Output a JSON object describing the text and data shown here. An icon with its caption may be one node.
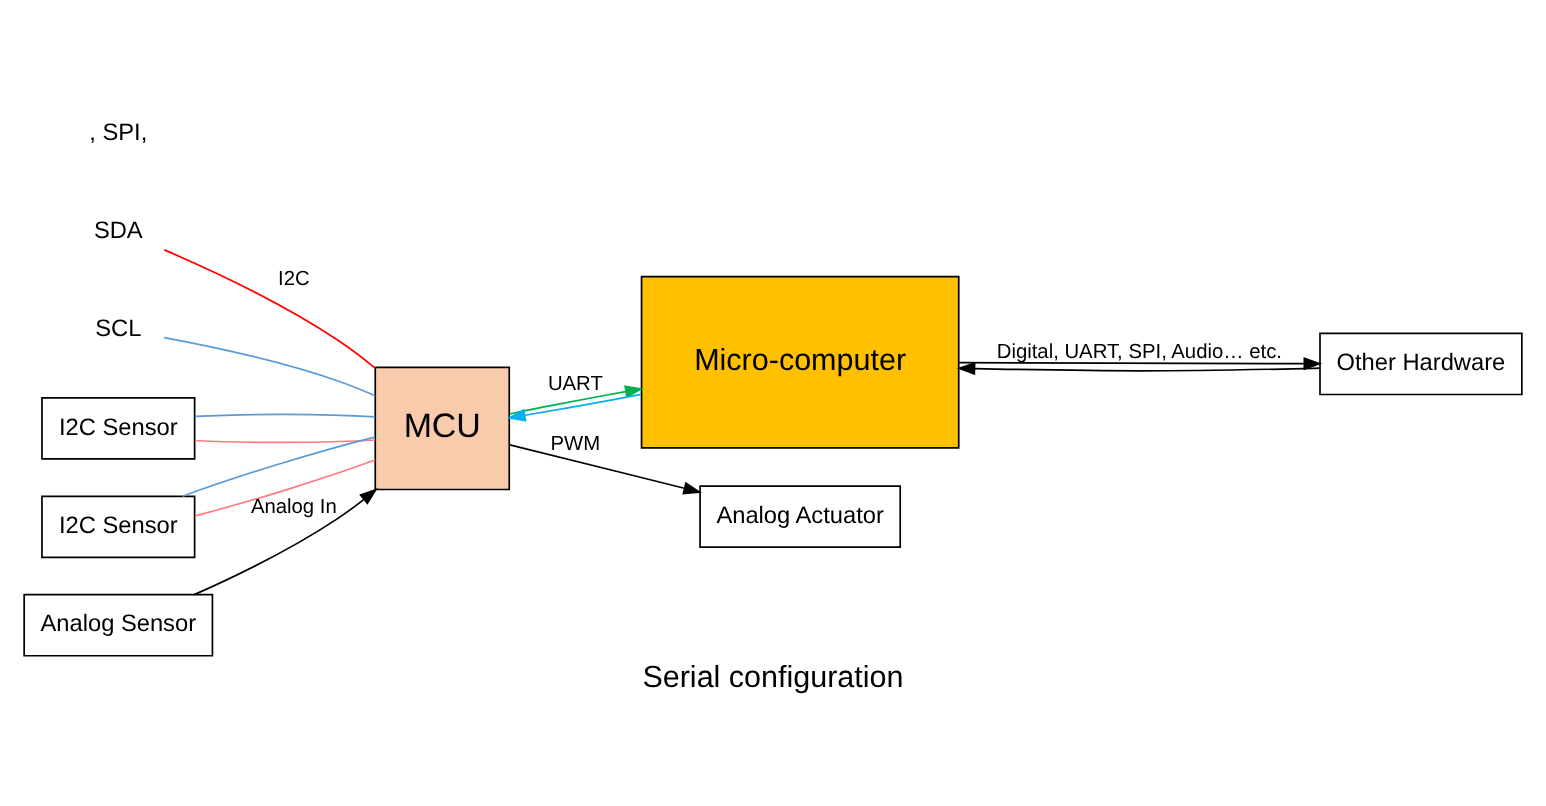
{
  "diagram": {
    "caption": "Serial configuration",
    "nodes": [
      {
        "text": [
          "SDA"
        ]
      },
      {
        "text": [
          "SCL"
        ]
      },
      {
        "text": [
          "I2C Sensor"
        ]
      },
      {
        "text": [
          "I2C Sensor"
        ]
      },
      {
        "text": [
          "MCU"
        ]
      },
      {
        "text": [
          "Micro-computer"
        ]
      },
      {
        "text": [
          "Analog Sensor"
        ]
      },
      {
        "text": [
          "Analog Actuator"
        ]
      },
      {
        "text": [
          "Other Hardware"
        ]
      }
    ],
    "edges": [
      {
        "from": 0,
        "to": 4,
        "arrow": "none",
        "color": "#ff0000",
        "label": "I2C"
      },
      {
        "from": 1,
        "to": 4,
        "arrow": "none",
        "color": "#5b9bd5"
      },
      {
        "from": 2,
        "to": 4,
        "arrow": "none",
        "color": "#ff7c80"
      },
      {
        "from": 2,
        "to": 4,
        "arrow": "none",
        "color": "#5b9bd5"
      },
      {
        "from": 3,
        "to": 4,
        "arrow": "none",
        "color": "#ff7c80"
      },
      {
        "from": 3,
        "to": 4,
        "arrow": "none",
        "color": "#5b9bd5"
      },
      {
        "from": 4,
        "to": 5,
        "arrow": "to",
        "color": "#00b050",
        "label": "UART"
      },
      {
        "from": 5,
        "to": 4,
        "arrow": "to",
        "color": "#00b0f0"
      },
      {
        "from": 6,
        "to": 4,
        "arrow": "to",
        "label": "Analog In"
      },
      {
        "from": 4,
        "to": 7,
        "arrow": "to",
        "label": "PWM"
      },
      {
        "from": 8,
        "to": 5,
        "arrow": "to"
      },
      {
        "from": 5,
        "to": 8,
        "arrow": "to",
        "label": "Digital, UART, SPI, Audio… etc."
      }
    ],
    "labels": [
      ", SPI,"
    ]
  }
}
